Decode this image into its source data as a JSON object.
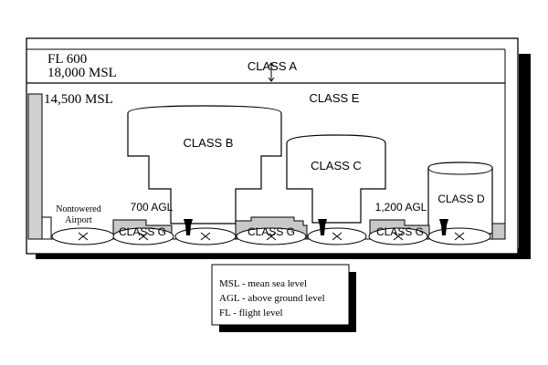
{
  "labels": {
    "fl600": "FL 600",
    "msl18000": "18,000 MSL",
    "class_a": "CLASS A",
    "msl14500": "14,500 MSL",
    "class_e": "CLASS E",
    "class_b": "CLASS B",
    "class_c": "CLASS C",
    "class_d": "CLASS D",
    "agl700": "700 AGL",
    "agl1200": "1,200 AGL",
    "nontowered_1": "Nontowered",
    "nontowered_2": "Airport",
    "class_g": "CLASS G"
  },
  "legend": {
    "items": [
      "MSL - mean sea level",
      "AGL - above ground level",
      "FL - flight level"
    ]
  }
}
